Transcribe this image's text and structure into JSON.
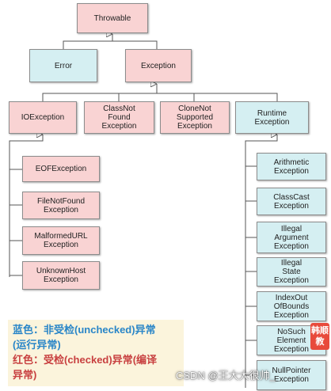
{
  "diagram": {
    "nodes": {
      "throwable": "Throwable",
      "error": "Error",
      "exception": "Exception",
      "ioexception": "IOException",
      "classnotfound": "ClassNot\nFound\nException",
      "clonenotsupported": "CloneNot\nSupported\nException",
      "runtime": "Runtime\nException",
      "eof": "EOFException",
      "filenotfound": "FileNotFound\nException",
      "malformedurl": "MalformedURL\nException",
      "unknownhost": "UnknownHost\nException",
      "arithmetic": "Arithmetic\nException",
      "classcast": "ClassCast\nException",
      "illegalargument": "Illegal\nArgument\nException",
      "illegalstate": "Illegal\nState\nException",
      "indexout": "IndexOut\nOfBounds\nException",
      "nosuchelement": "NoSuch\nElement\nException",
      "nullpointer": "NullPointer\nException"
    },
    "colors": {
      "checked": "#f9d3d3",
      "unchecked": "#d5eff2",
      "border": "#8c8c8c"
    }
  },
  "legend": {
    "blue_line1": "蓝色：非受检(unchecked)异常",
    "blue_line2": "(运行异常)",
    "red_line1": "红色：受检(checked)异常(编译",
    "red_line2": "异常)",
    "blue_color": "#2a86c8",
    "red_color": "#c84040"
  },
  "badge": "韩顺\n教",
  "watermark": "CSDN @王大大很帅_"
}
